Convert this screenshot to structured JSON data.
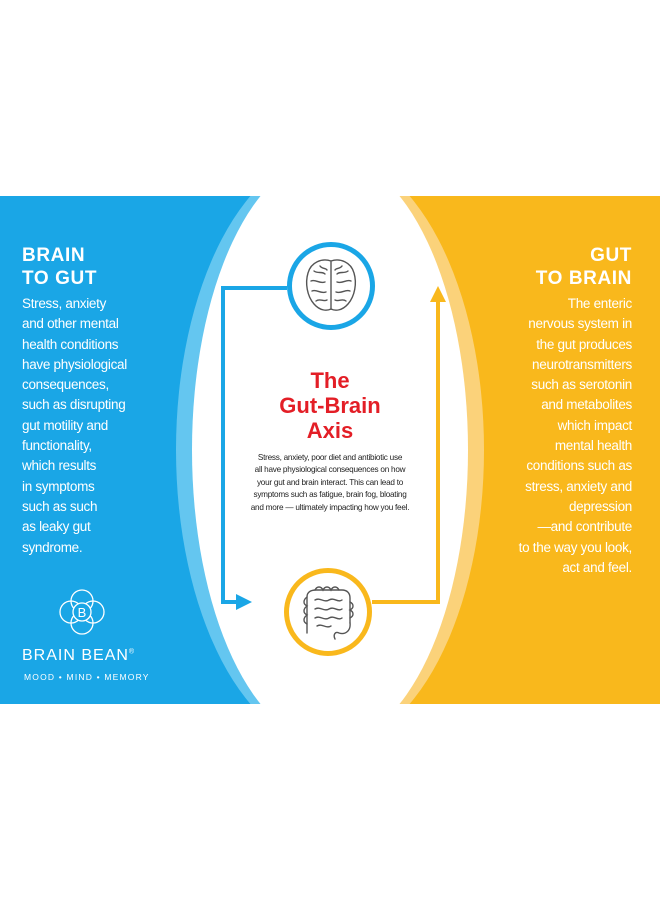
{
  "colors": {
    "blue": "#1aa6e6",
    "orange": "#f9b81c",
    "title_red": "#e31e26"
  },
  "left_panel": {
    "heading_lines": [
      "BRAIN",
      "TO GUT"
    ],
    "body_lines": [
      "Stress, anxiety",
      "and other mental",
      "health conditions",
      "have physiological",
      "consequences,",
      "such as disrupting",
      "gut motility and",
      "functionality,",
      "which results",
      "in symptoms",
      "such as such",
      "as leaky gut",
      "syndrome."
    ]
  },
  "right_panel": {
    "heading_lines": [
      "GUT",
      "TO BRAIN"
    ],
    "body_lines": [
      "The enteric",
      "nervous system in",
      "the gut produces",
      "neurotransmitters",
      "such as serotonin",
      "and metabolites",
      "which impact",
      "mental health",
      "conditions such as",
      "stress, anxiety and",
      "depression",
      "—and contribute",
      "to the way you look,",
      "act and feel."
    ]
  },
  "center": {
    "title_lines": [
      "The",
      "Gut-Brain",
      "Axis"
    ],
    "body_lines": [
      "Stress, anxiety, poor diet and antibiotic use",
      "all have physiological consequences on how",
      "your gut and brain interact. This can lead to",
      "symptoms such as fatigue, brain fog, bloating",
      "and more — ultimately impacting how you feel."
    ],
    "icons": {
      "top": "brain-icon",
      "bottom": "intestine-icon"
    }
  },
  "logo": {
    "mark_letter": "B",
    "name": "BRAIN BEAN",
    "registered": "®",
    "tagline": "MOOD • MIND • MEMORY"
  }
}
